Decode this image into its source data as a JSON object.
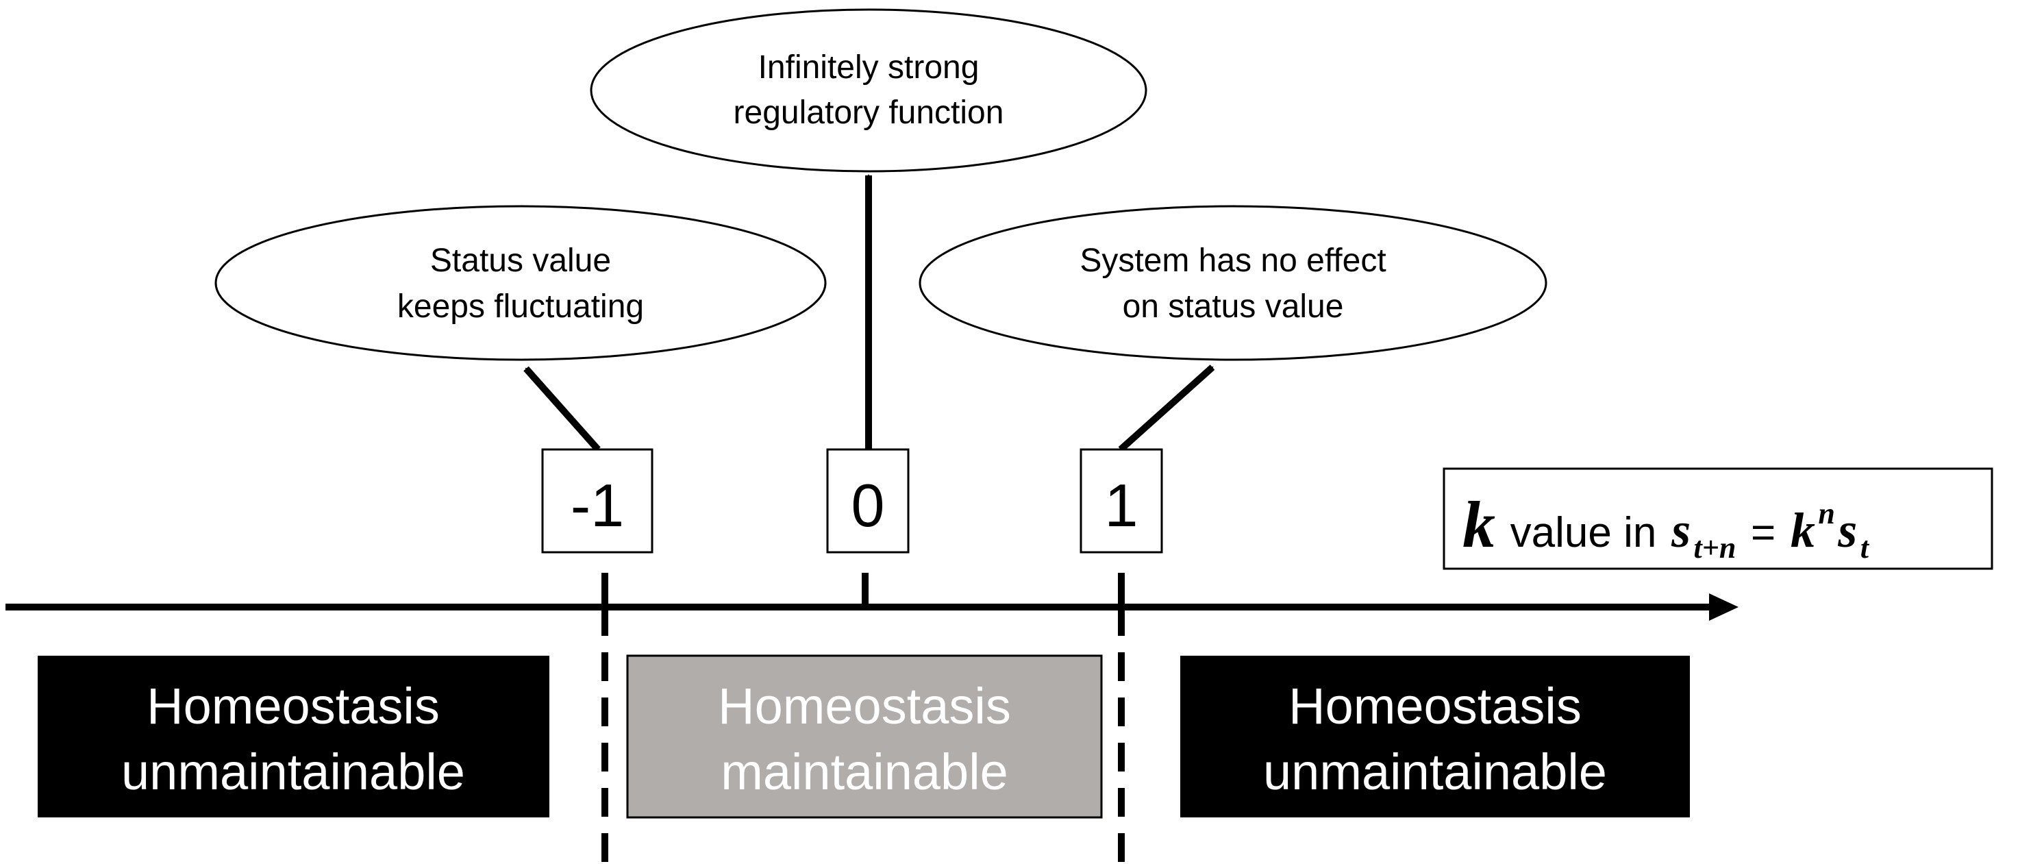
{
  "annotations": {
    "top": [
      "Infinitely strong",
      "regulatory function"
    ],
    "left": [
      "Status value",
      "keeps fluctuating"
    ],
    "right": [
      "System has no effect",
      "on status value"
    ]
  },
  "ticks": [
    "-1",
    "0",
    "1"
  ],
  "formula": {
    "k": "k",
    "text": " value in ",
    "s": "s",
    "sub": "t+n",
    "eq": " = ",
    "k2": "k",
    "sup": "n",
    "s2": "s",
    "sub2": "t"
  },
  "zones": {
    "left": [
      "Homeostasis",
      "unmaintainable"
    ],
    "middle": [
      "Homeostasis",
      "maintainable"
    ],
    "right": [
      "Homeostasis",
      "unmaintainable"
    ]
  },
  "colors": {
    "unmaintainable_fill": "#000000",
    "maintainable_fill": "#b0adab",
    "zone_text": "#ffffff"
  }
}
